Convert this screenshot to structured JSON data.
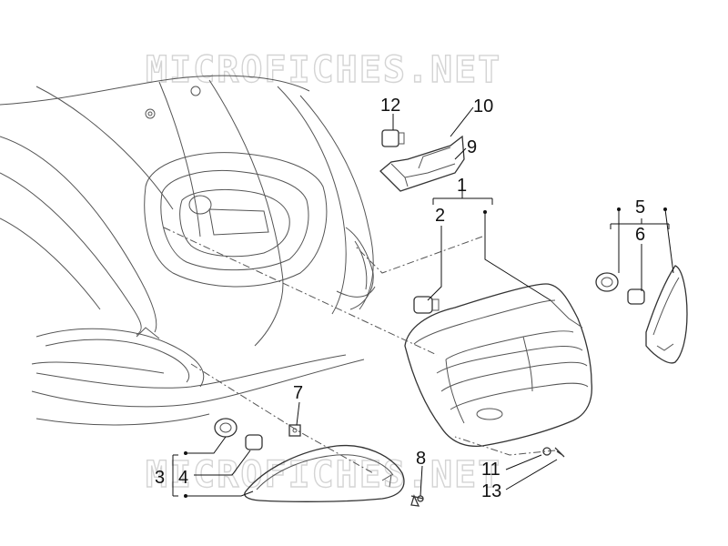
{
  "watermark": {
    "text": "MICROFICHES.NET"
  },
  "callouts": [
    {
      "key": "c1",
      "label": "1"
    },
    {
      "key": "c2",
      "label": "2"
    },
    {
      "key": "c3",
      "label": "3"
    },
    {
      "key": "c4",
      "label": "4"
    },
    {
      "key": "c5",
      "label": "5"
    },
    {
      "key": "c6",
      "label": "6"
    },
    {
      "key": "c7",
      "label": "7"
    },
    {
      "key": "c8",
      "label": "8"
    },
    {
      "key": "c9",
      "label": "9"
    },
    {
      "key": "c10",
      "label": "10"
    },
    {
      "key": "c11",
      "label": "11"
    },
    {
      "key": "c12",
      "label": "12"
    },
    {
      "key": "c13",
      "label": "13"
    }
  ],
  "colors": {
    "line": "#555555",
    "label": "#111111",
    "watermark": "#d4d4d4"
  }
}
